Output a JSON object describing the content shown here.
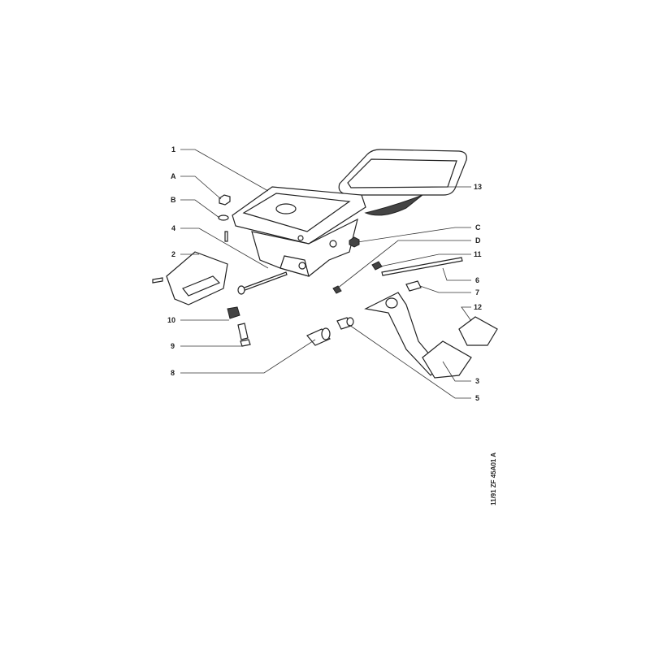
{
  "labels": {
    "l1": "1",
    "lA": "A",
    "lB": "B",
    "l4": "4",
    "l2": "2",
    "l10": "10",
    "l9": "9",
    "l8": "8",
    "l13": "13",
    "lC": "C",
    "lD": "D",
    "l11": "11",
    "l6": "6",
    "l7": "7",
    "l12": "12",
    "l3": "3",
    "l5": "5"
  },
  "reference": "11/91 ZF 45A01 A"
}
